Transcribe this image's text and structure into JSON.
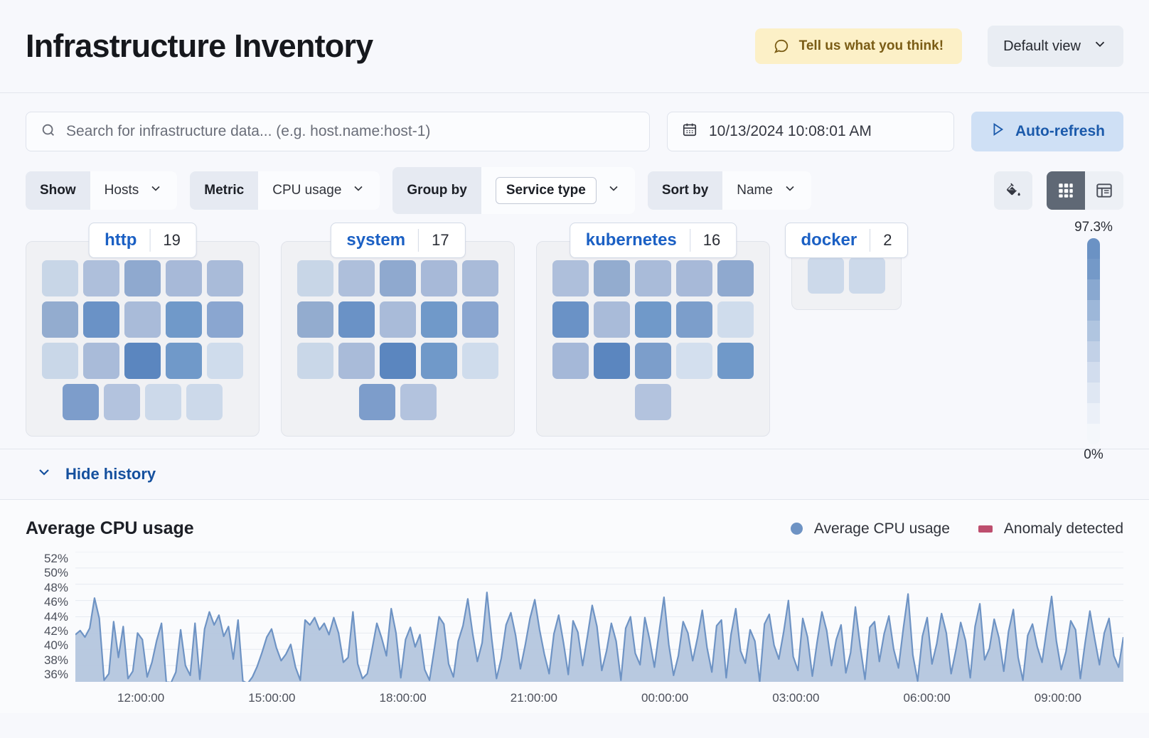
{
  "header": {
    "title": "Infrastructure Inventory",
    "feedback_label": "Tell us what you think!",
    "feedback_icon": "comment-icon",
    "view_label": "Default view",
    "view_icon": "chevron-down-icon",
    "feedback_bg": "#FCF0C7",
    "feedback_color": "#7a5c15"
  },
  "search": {
    "placeholder": "Search for infrastructure data... (e.g. host.name:host-1)",
    "value": "",
    "icon": "search-icon"
  },
  "datepicker": {
    "value": "10/13/2024 10:08:01 AM",
    "icon": "calendar-icon"
  },
  "refresh": {
    "label": "Auto-refresh",
    "icon": "play-icon",
    "bg": "#CFE0F5",
    "color": "#1b5aab"
  },
  "filters": [
    {
      "label": "Show",
      "value": "Hosts",
      "pill": false
    },
    {
      "label": "Metric",
      "value": "CPU usage",
      "pill": false
    },
    {
      "label": "Group by",
      "value": "Service type",
      "pill": true
    },
    {
      "label": "Sort by",
      "value": "Name",
      "pill": false
    }
  ],
  "view_controls": {
    "palette_icon": "paint-bucket-icon",
    "grid_icon": "grid-view-icon",
    "table_icon": "table-view-icon",
    "active": "grid"
  },
  "legend_scale": {
    "max_label": "97.3%",
    "min_label": "0%",
    "colors": [
      "#6b92c4",
      "#7499c8",
      "#89a8d0",
      "#9db7d9",
      "#b0c5e0",
      "#c2d1e7",
      "#d2ddee",
      "#dfe7f3",
      "#ebf0f8",
      "#f4f7fb"
    ]
  },
  "groups": [
    {
      "name": "http",
      "count": "19",
      "rows": [
        [
          "#c8d6e7",
          "#aebfdb",
          "#8fa9cf",
          "#a7b9d8",
          "#a9bbd9"
        ],
        [
          "#93accf",
          "#6a92c6",
          "#a9bbd9",
          "#7099c9",
          "#8aa6d0"
        ],
        [
          "#c9d7e8",
          "#a9bbd9",
          "#5b86bf",
          "#7099c9",
          "#cfdcec"
        ],
        [
          "#7d9dcb",
          "#b3c3de",
          "#ccd9ea",
          "#ccd9ea"
        ]
      ]
    },
    {
      "name": "system",
      "count": "17",
      "rows": [
        [
          "#c8d6e7",
          "#aebfdb",
          "#8fa9cf",
          "#a7b9d8",
          "#a9bbd9"
        ],
        [
          "#93accf",
          "#6a92c6",
          "#a9bbd9",
          "#7099c9",
          "#8aa6d0"
        ],
        [
          "#c9d7e8",
          "#a9bbd9",
          "#5b86bf",
          "#7099c9",
          "#cfdcec"
        ],
        [
          "#7d9dcb",
          "#b3c3de"
        ]
      ]
    },
    {
      "name": "kubernetes",
      "count": "16",
      "rows": [
        [
          "#aebfdb",
          "#93accf",
          "#a9bbd9",
          "#a7b9d8",
          "#8fa9cf"
        ],
        [
          "#6a92c6",
          "#a9bbd9",
          "#7099c9",
          "#7c9ecb",
          "#cfdcec"
        ],
        [
          "#a5b8d8",
          "#5b86bf",
          "#7c9ecb",
          "#d3dfee",
          "#7099c9"
        ],
        [
          "#b3c3de"
        ]
      ]
    },
    {
      "name": "docker",
      "count": "2",
      "rows": [
        [
          "#ccd9ea",
          "#ccd9ea"
        ]
      ]
    }
  ],
  "history_toggle": {
    "label": "Hide history",
    "icon": "chevron-down-icon"
  },
  "chart_data": {
    "type": "area",
    "title": "Average CPU usage",
    "xlabel": "",
    "ylabel": "",
    "ylim": [
      35,
      53
    ],
    "grid": true,
    "legend_position": "top-right",
    "legend": [
      {
        "name": "Average CPU usage",
        "color": "#6e93c4",
        "marker": "circle"
      },
      {
        "name": "Anomaly detected",
        "color": "#bd4e6e",
        "marker": "square"
      }
    ],
    "yticks": [
      "52%",
      "50%",
      "48%",
      "46%",
      "44%",
      "42%",
      "40%",
      "38%",
      "36%"
    ],
    "xticks": [
      "12:00:00",
      "15:00:00",
      "18:00:00",
      "21:00:00",
      "00:00:00",
      "03:00:00",
      "06:00:00",
      "09:00:00"
    ],
    "series": [
      {
        "name": "Average CPU usage",
        "color": "#6e93c4",
        "fill": "#b4c6de",
        "values": [
          41.8,
          42.3,
          41.5,
          42.6,
          46.3,
          43.8,
          36.2,
          37.0,
          43.4,
          39.0,
          42.8,
          36.4,
          37.3,
          42.0,
          41.2,
          36.6,
          38.4,
          41.1,
          43.2,
          36.0,
          35.9,
          37.2,
          42.4,
          38.0,
          36.8,
          43.2,
          36.3,
          42.5,
          44.6,
          43.0,
          44.2,
          41.6,
          42.8,
          38.8,
          43.6,
          36.1,
          35.8,
          36.6,
          37.9,
          39.6,
          41.5,
          42.5,
          40.2,
          38.6,
          39.4,
          40.6,
          37.8,
          36.2,
          43.6,
          43.0,
          43.9,
          42.4,
          43.2,
          41.8,
          43.9,
          42.0,
          38.4,
          39.0,
          44.6,
          38.2,
          36.4,
          37.0,
          40.0,
          43.2,
          41.4,
          39.2,
          45.0,
          42.0,
          36.5,
          41.2,
          42.7,
          40.3,
          41.8,
          37.5,
          36.2,
          40.0,
          44.0,
          43.1,
          38.2,
          36.6,
          41.0,
          42.9,
          46.2,
          42.0,
          38.5,
          40.8,
          47.0,
          41.3,
          36.4,
          38.9,
          43.0,
          44.5,
          41.7,
          37.6,
          40.5,
          43.8,
          46.1,
          42.4,
          39.4,
          37.0,
          41.9,
          44.2,
          40.8,
          36.9,
          43.5,
          42.1,
          38.0,
          41.6,
          45.4,
          42.8,
          37.4,
          39.8,
          43.2,
          41.0,
          36.2,
          42.6,
          44.0,
          39.5,
          38.1,
          43.9,
          41.2,
          37.8,
          42.2,
          46.4,
          40.6,
          36.8,
          39.2,
          43.4,
          42.0,
          38.6,
          41.4,
          44.8,
          40.2,
          37.2,
          42.9,
          43.6,
          36.5,
          41.8,
          45.0,
          39.8,
          38.3,
          42.4,
          41.0,
          36.0,
          43.1,
          44.3,
          40.5,
          38.8,
          42.1,
          46.0,
          39.1,
          37.4,
          43.8,
          41.5,
          36.7,
          40.9,
          44.6,
          42.3,
          38.0,
          41.2,
          43.0,
          37.1,
          39.6,
          45.2,
          40.4,
          36.3,
          42.7,
          43.4,
          38.5,
          41.9,
          44.1,
          40.0,
          37.7,
          42.5,
          46.8,
          39.3,
          36.1,
          41.6,
          43.9,
          38.2,
          40.7,
          44.4,
          42.0,
          37.0,
          39.9,
          43.3,
          41.1,
          36.5,
          42.8,
          45.6,
          38.7,
          40.1,
          43.7,
          41.4,
          37.3,
          42.2,
          44.9,
          39.0,
          36.2,
          41.7,
          43.1,
          40.3,
          38.4,
          42.6,
          46.5,
          41.0,
          37.5,
          39.7,
          43.5,
          42.4,
          36.4,
          40.8,
          44.7,
          41.3,
          38.1,
          42.0,
          43.8,
          39.2,
          37.8,
          41.5
        ]
      }
    ]
  }
}
